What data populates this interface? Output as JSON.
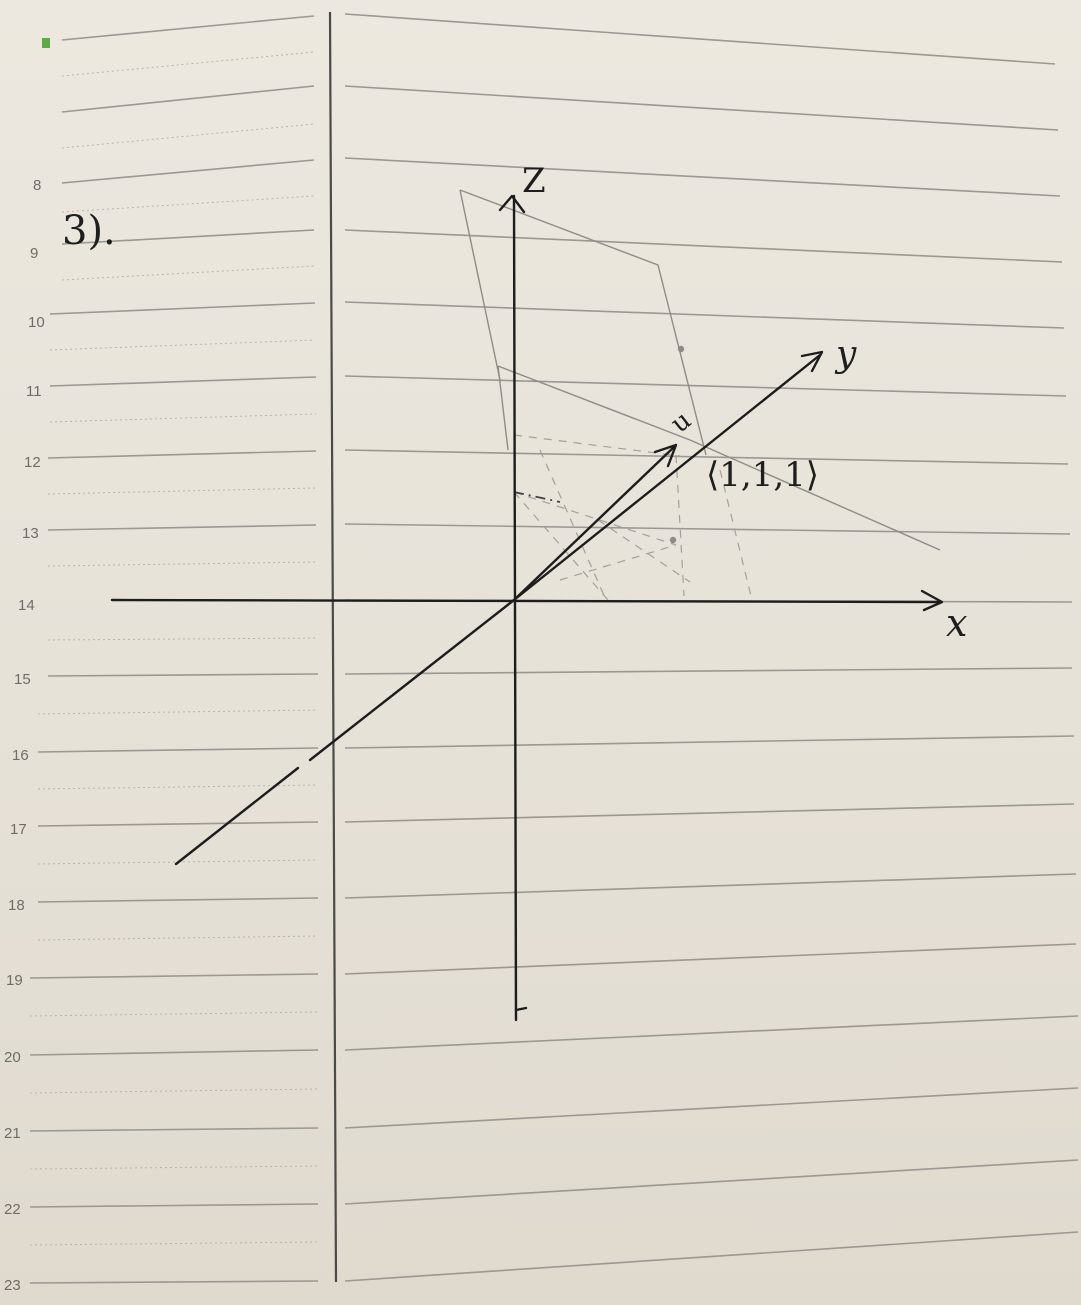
{
  "notebook": {
    "line_numbers": [
      "8",
      "9",
      "10",
      "11",
      "12",
      "13",
      "14",
      "15",
      "16",
      "17",
      "18",
      "19",
      "20",
      "21",
      "22",
      "23"
    ]
  },
  "sketch": {
    "problem_label": "3).",
    "axis_x_label": "x",
    "axis_y_label": "y",
    "axis_z_label": "Z",
    "vector_label": "u",
    "point_label": "⟨1,1,1⟩"
  },
  "colors": {
    "paper": "#e9e4da",
    "ruled_line": "#9a9892",
    "margin_line": "#4a4a4a",
    "ink": "#1d1d1d",
    "pencil": "#8f8c87",
    "corner_mark": "#5fa84a"
  }
}
